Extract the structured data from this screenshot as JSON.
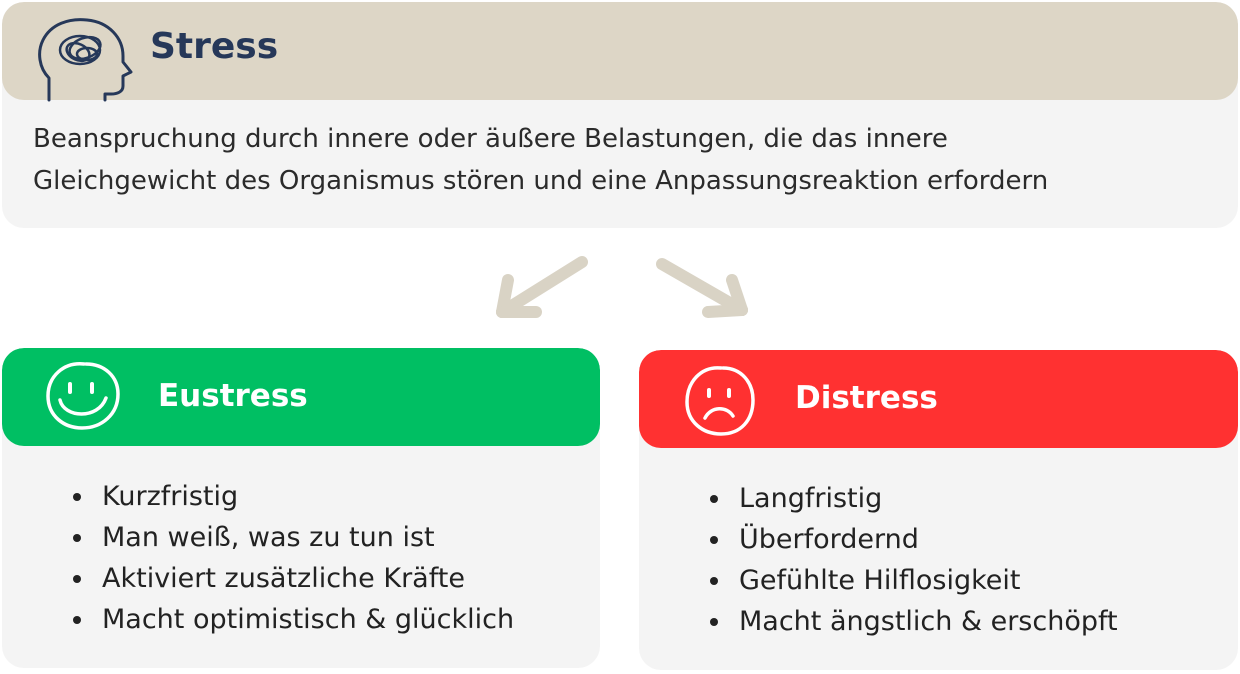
{
  "stress": {
    "title": "Stress",
    "description_line1": "Beanspruchung durch innere oder äußere Belastungen, die das innere",
    "description_line2": "Gleichgewicht des Organismus stören und eine Anpassungsreaktion erfordern",
    "header_color": "#ddd6c6",
    "title_color": "#263859",
    "icon": "head-scribble-icon"
  },
  "eustress": {
    "title": "Eustress",
    "header_color": "#00bf63",
    "icon": "smiley-face-icon",
    "items": [
      "Kurzfristig",
      "Man weiß, was zu tun ist",
      "Aktiviert zusätzliche Kräfte",
      "Macht optimistisch & glücklich"
    ]
  },
  "distress": {
    "title": "Distress",
    "header_color": "#ff3131",
    "icon": "sad-face-icon",
    "items": [
      "Langfristig",
      "Überfordernd",
      "Gefühlte Hilflosigkeit",
      "Macht ängstlich & erschöpft"
    ]
  },
  "arrow_color": "#d9d3c5"
}
